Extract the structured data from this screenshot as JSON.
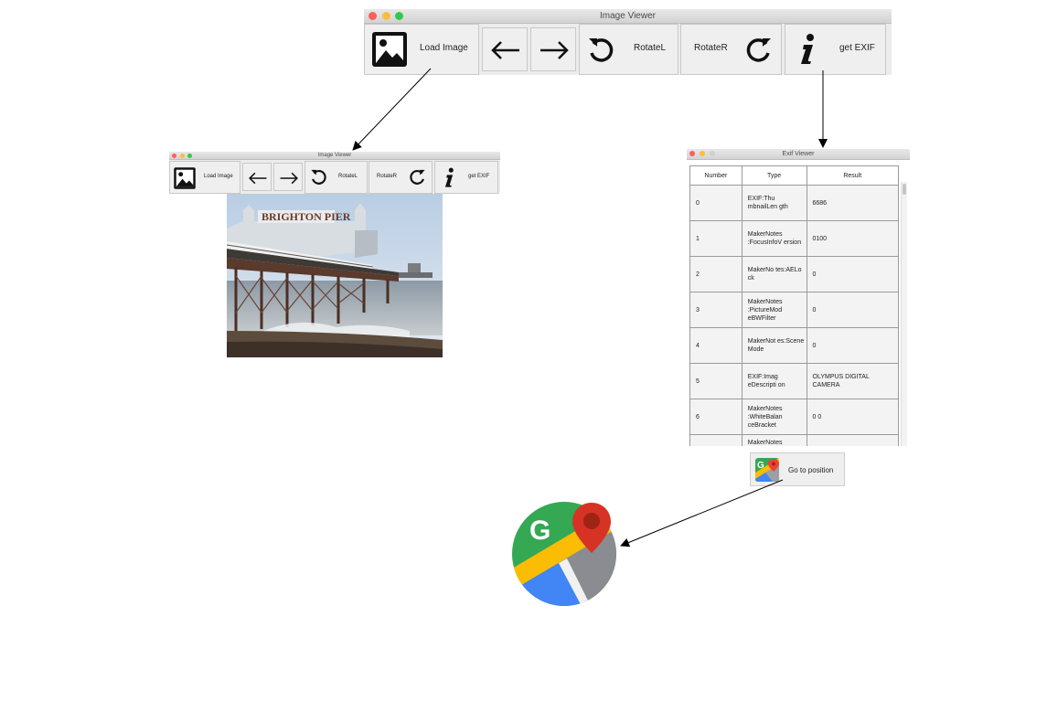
{
  "viewer": {
    "title": "Image Viewer",
    "buttons": {
      "load": "Load Image",
      "rotate_left": "RotateL",
      "rotate_right": "RotateR",
      "exif": "get EXIF"
    }
  },
  "exif_viewer": {
    "title": "Exif Viewer",
    "columns": [
      "Number",
      "Type",
      "Result"
    ],
    "rows": [
      {
        "number": "0",
        "type": "EXIF:Thu mbnailLen gth",
        "result": "6686"
      },
      {
        "number": "1",
        "type": "MakerNotes :FocusInfoV ersion",
        "result": "0100"
      },
      {
        "number": "2",
        "type": "MakerNo tes:AELo ck",
        "result": "0"
      },
      {
        "number": "3",
        "type": "MakerNotes :PictureMod eBWFilter",
        "result": "0"
      },
      {
        "number": "4",
        "type": "MakerNot es:Scene Mode",
        "result": "0"
      },
      {
        "number": "5",
        "type": "EXIF:Imag eDescripti on",
        "result": "OLYMPUS DIGITAL CAMERA"
      },
      {
        "number": "6",
        "type": "MakerNotes :WhiteBalan ceBracket",
        "result": "0 0"
      },
      {
        "number": "",
        "type": "MakerNotes",
        "result": ""
      }
    ]
  },
  "photo": {
    "sign_text": "BRIGHTON PIER"
  },
  "goto": {
    "label": "Go to position"
  },
  "maps_logo": {
    "letter": "G"
  },
  "colors": {
    "close": "#fc605b",
    "minimize": "#fdbc40",
    "zoom": "#34c84a",
    "maps_green": "#34a853",
    "maps_blue": "#4285f4",
    "maps_yellow": "#fbbc04",
    "maps_red": "#ea4335"
  }
}
